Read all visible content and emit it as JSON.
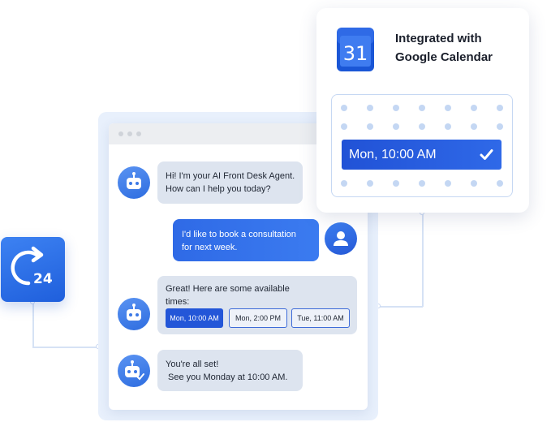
{
  "badge": {
    "icon": "24-hour-icon",
    "text": "24"
  },
  "chat": {
    "messages": [
      {
        "sender": "bot",
        "icon": "robot-icon",
        "lines": [
          "Hi! I'm your AI Front Desk Agent.",
          "How can I help you today?"
        ]
      },
      {
        "sender": "user",
        "icon": "user-icon",
        "lines": [
          "I'd like to book a consultation",
          "for next week."
        ]
      },
      {
        "sender": "bot",
        "icon": "robot-icon",
        "lines": [
          "Great! Here are some available",
          "times:"
        ],
        "slots": [
          "Mon, 10:00 AM",
          "Mon, 2:00 PM",
          "Tue, 11:00 AM"
        ],
        "selected_slot": 0
      },
      {
        "sender": "bot",
        "icon": "robot-check-icon",
        "lines": [
          "You're all set!",
          " See you Monday at 10:00 AM."
        ]
      }
    ]
  },
  "calendar_card": {
    "icon": "google-calendar-icon",
    "icon_text": "31",
    "title_lines": [
      "Integrated with",
      "Google Calendar"
    ],
    "selected_slot": "Mon, 10:00 AM",
    "check_icon": "checkmark-icon"
  },
  "colors": {
    "accent": "#2f6ae6",
    "bubble_bot": "#dde4ef",
    "dots": "#c4d7f3"
  }
}
